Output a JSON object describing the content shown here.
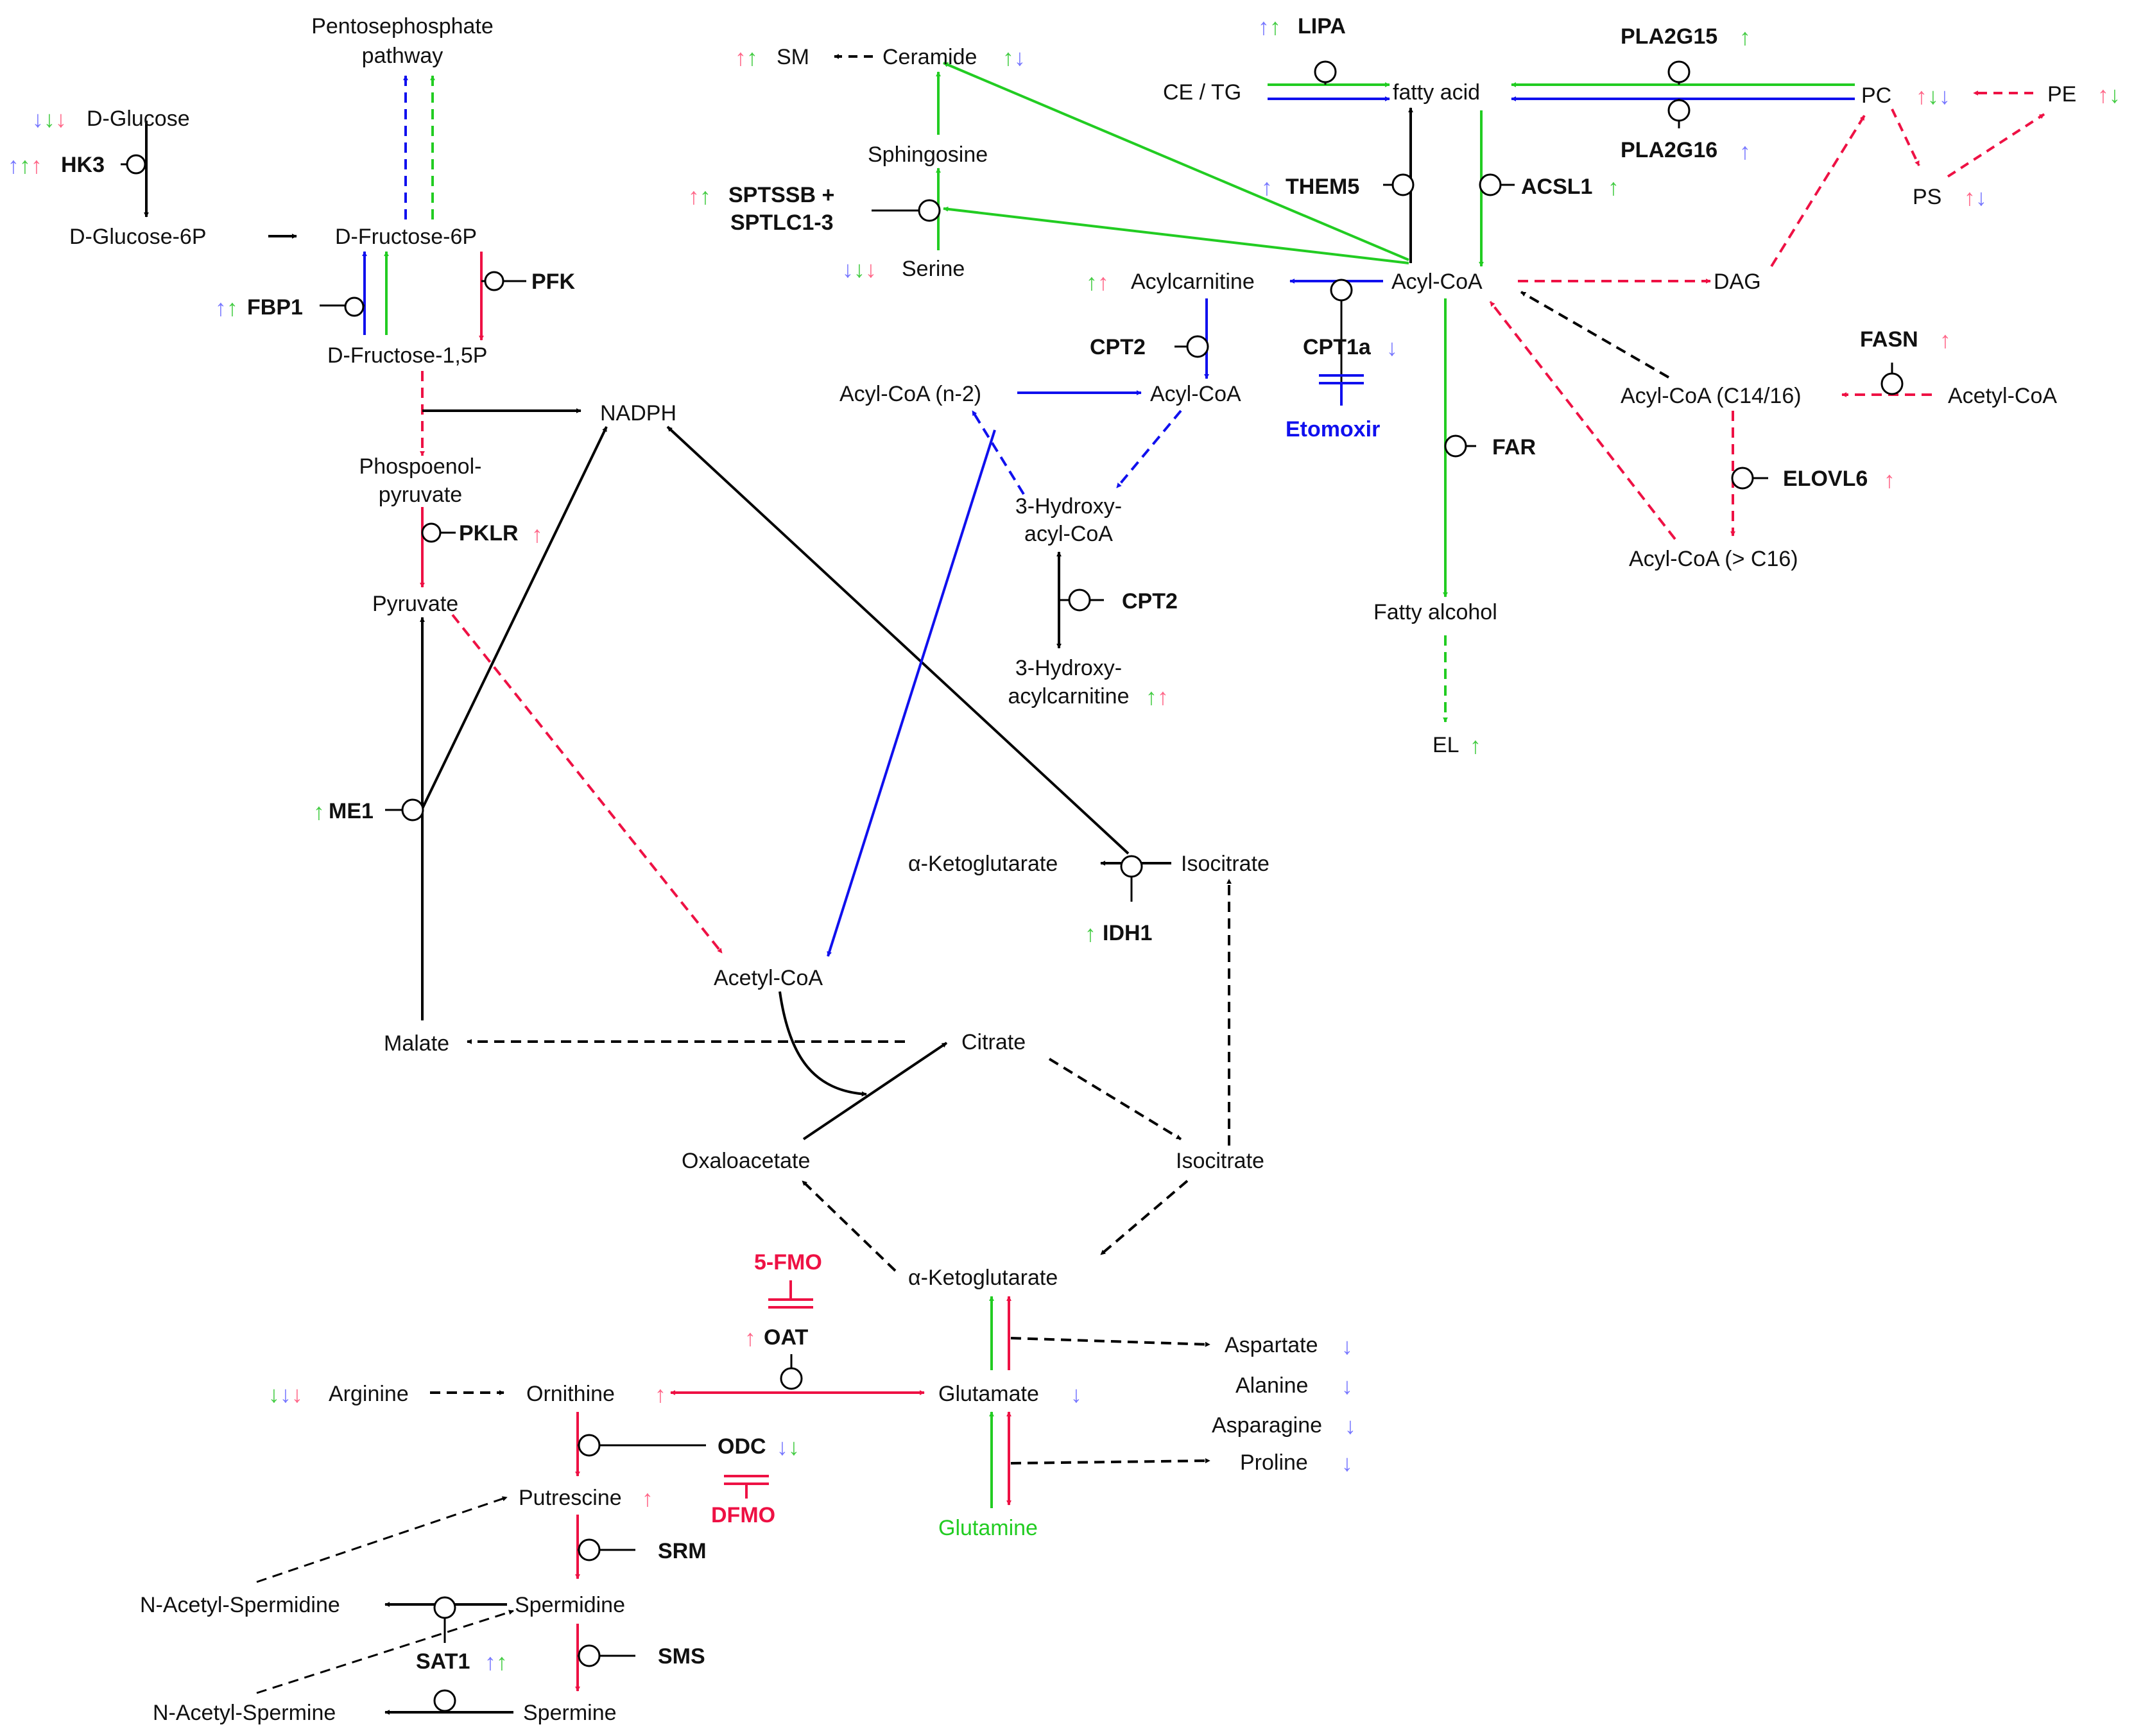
{
  "colors": {
    "black": "#000000",
    "green": "#22cc22",
    "blue": "#1010ee",
    "red": "#ee1144",
    "lightblue": "#7777ff",
    "lightgreen": "#44cc44",
    "pink": "#ff6688"
  },
  "nodes": {
    "pentose": "Pentosephosphate",
    "pentose2": "pathway",
    "dglucose": "D-Glucose",
    "dglucose6p": "D-Glucose-6P",
    "dfructose6p": "D-Fructose-6P",
    "dfructose15p": "D-Fructose-1,5P",
    "nadph": "NADPH",
    "pep1": "Phospoenol-",
    "pep2": "pyruvate",
    "pyruvate": "Pyruvate",
    "sm": "SM",
    "ceramide": "Ceramide",
    "sphingosine": "Sphingosine",
    "serine": "Serine",
    "ce_tg": "CE / TG",
    "fatty_acid": "fatty acid",
    "pc": "PC",
    "pe": "PE",
    "ps": "PS",
    "acylcarnitine": "Acylcarnitine",
    "acylcoa": "Acyl-CoA",
    "dag": "DAG",
    "acylcoa_n2": "Acyl-CoA (n-2)",
    "acylcoa2": "Acyl-CoA",
    "hydroxyacyl1": "3-Hydroxy-",
    "hydroxyacyl2": "acyl-CoA",
    "hydroxycarn1": "3-Hydroxy-",
    "hydroxycarn2": "acylcarnitine",
    "acylcoa_c1416": "Acyl-CoA (C14/16)",
    "acetylcoa_r": "Acetyl-CoA",
    "acylcoa_c16": "Acyl-CoA (> C16)",
    "fatty_alcohol": "Fatty alcohol",
    "el": "EL",
    "akg1": "α-Ketoglutarate",
    "isocitrate1": "Isocitrate",
    "acetylcoa": "Acetyl-CoA",
    "malate": "Malate",
    "citrate": "Citrate",
    "oxaloacetate": "Oxaloacetate",
    "isocitrate2": "Isocitrate",
    "akg2": "α-Ketoglutarate",
    "arginine": "Arginine",
    "ornithine": "Ornithine",
    "glutamate": "Glutamate",
    "aspartate": "Aspartate",
    "alanine": "Alanine",
    "asparagine": "Asparagine",
    "proline": "Proline",
    "putrescine": "Putrescine",
    "glutamine": "Glutamine",
    "n_acetyl_spermidine": "N-Acetyl-Spermidine",
    "spermidine": "Spermidine",
    "n_acetyl_spermine": "N-Acetyl-Spermine",
    "spermine": "Spermine"
  },
  "enzymes": {
    "hk3": "HK3",
    "fbp1": "FBP1",
    "pfk": "PFK",
    "pklr": "PKLR",
    "me1": "ME1",
    "sptssb1": "SPTSSB +",
    "sptssb2": "SPTLC1-3",
    "lipa": "LIPA",
    "pla2g15": "PLA2G15",
    "pla2g16": "PLA2G16",
    "them5": "THEM5",
    "acsl1": "ACSL1",
    "cpt2a": "CPT2",
    "cpt1a": "CPT1a",
    "cpt2b": "CPT2",
    "fasn": "FASN",
    "elovl6": "ELOVL6",
    "far": "FAR",
    "idh1": "IDH1",
    "oat": "OAT",
    "odc": "ODC",
    "srm": "SRM",
    "sat1": "SAT1",
    "sms": "SMS"
  },
  "inhibitors": {
    "etomoxir": "Etomoxir",
    "fmo": "5-FMO",
    "dfmo": "DFMO"
  },
  "indicators": {
    "up": "↑",
    "down": "↓"
  }
}
